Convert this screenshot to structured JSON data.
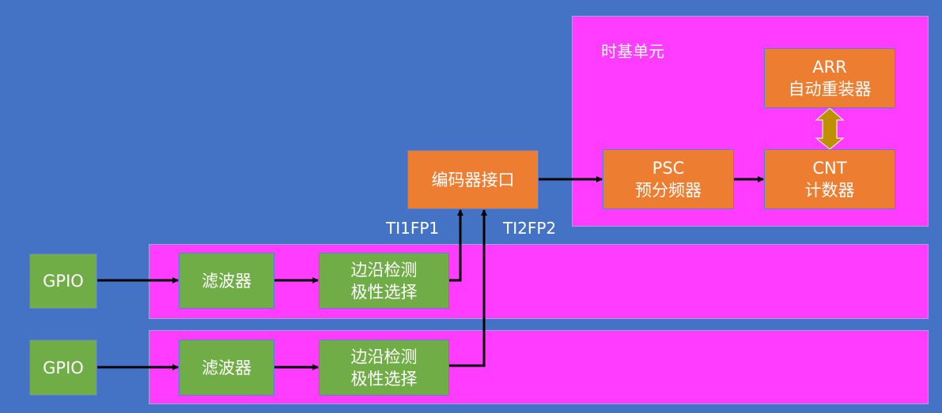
{
  "time_base": {
    "title": "时基单元",
    "arr": {
      "line1": "ARR",
      "line2": "自动重装器"
    },
    "psc": {
      "line1": "PSC",
      "line2": "预分频器"
    },
    "cnt": {
      "line1": "CNT",
      "line2": "计数器"
    }
  },
  "encoder": {
    "label": "编码器接口"
  },
  "signals": {
    "ti1fp1": "TI1FP1",
    "ti2fp2": "TI2FP2"
  },
  "channel1": {
    "gpio": "GPIO",
    "filter": "滤波器",
    "edge": {
      "line1": "边沿检测",
      "line2": "极性选择"
    }
  },
  "channel2": {
    "gpio": "GPIO",
    "filter": "滤波器",
    "edge": {
      "line1": "边沿检测",
      "line2": "极性选择"
    }
  },
  "colors": {
    "background": "#4472c4",
    "panel": "#ff3cff",
    "block_orange": "#ed7d31",
    "block_green": "#70ad47",
    "double_arrow": "#bf9000"
  }
}
